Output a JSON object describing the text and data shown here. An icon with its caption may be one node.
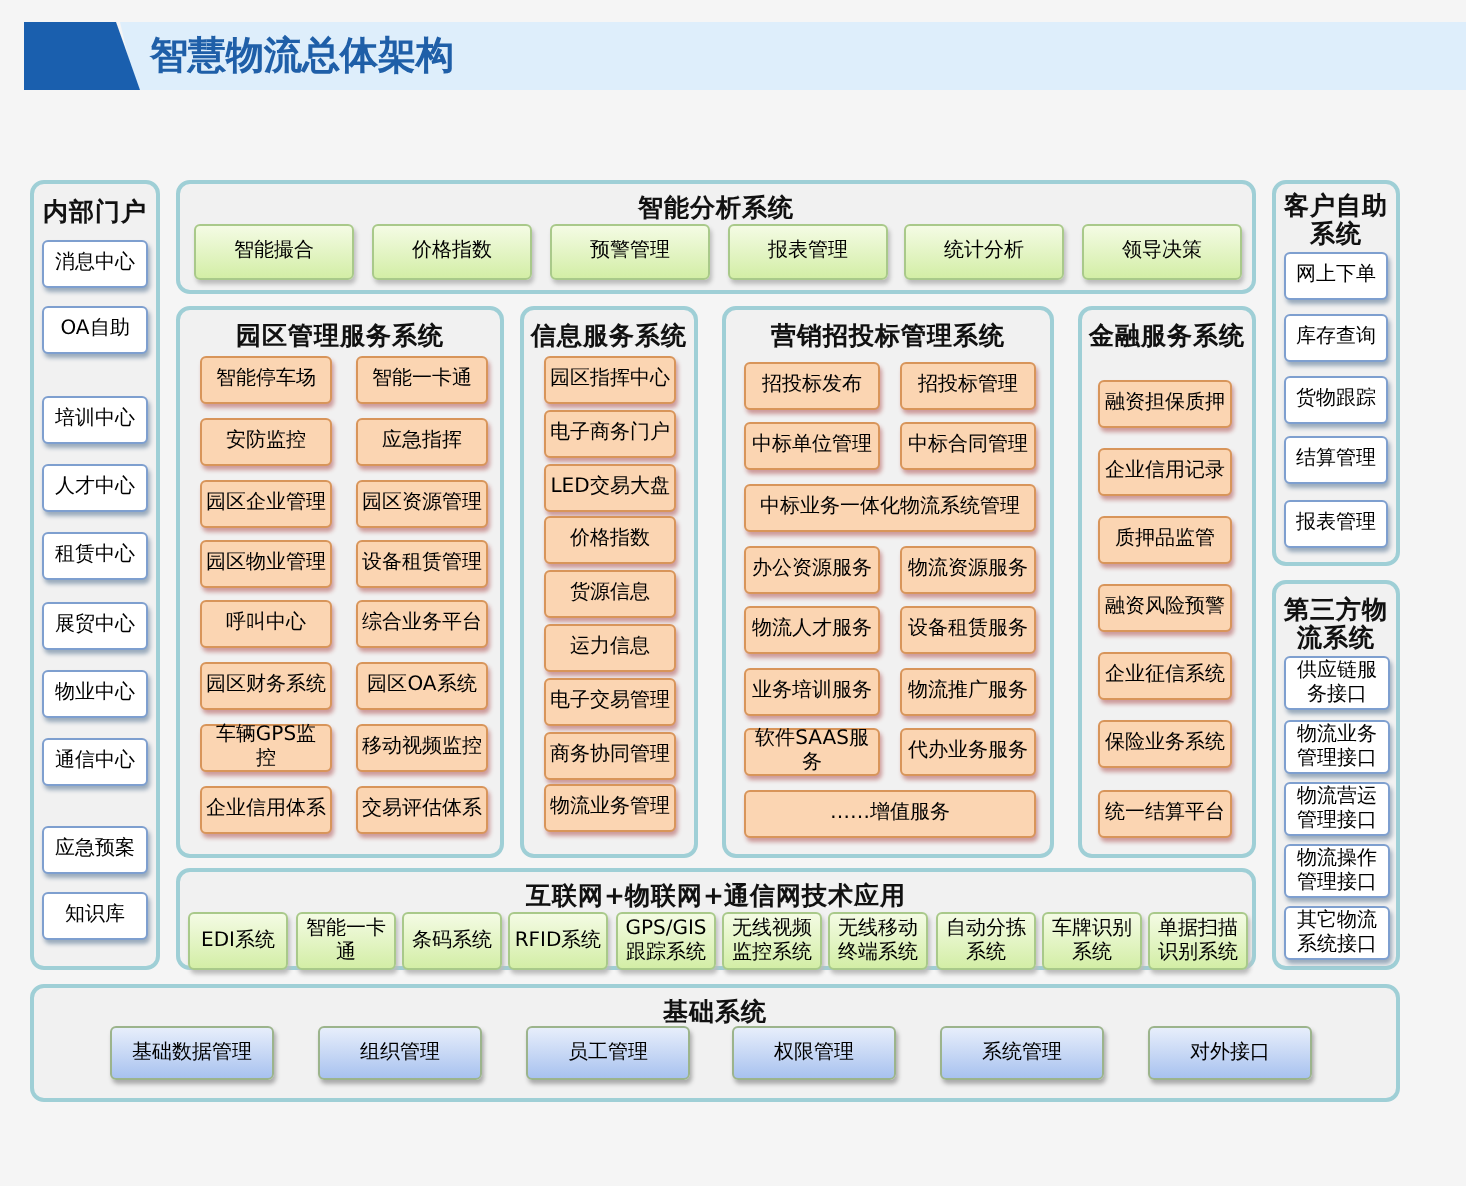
{
  "diagram": {
    "title": "智慧物流总体架构",
    "nodes": [
      {
        "text": [
          "内部门户"
        ]
      },
      {
        "text": [
          "消息中心"
        ],
        "in": 0
      },
      {
        "text": [
          "OA自助"
        ],
        "in": 0
      },
      {
        "text": [
          "培训中心"
        ],
        "in": 0
      },
      {
        "text": [
          "人才中心"
        ],
        "in": 0
      },
      {
        "text": [
          "租赁中心"
        ],
        "in": 0
      },
      {
        "text": [
          "展贸中心"
        ],
        "in": 0
      },
      {
        "text": [
          "物业中心"
        ],
        "in": 0
      },
      {
        "text": [
          "通信中心"
        ],
        "in": 0
      },
      {
        "text": [
          "应急预案"
        ],
        "in": 0
      },
      {
        "text": [
          "知识库"
        ],
        "in": 0
      },
      {
        "text": [
          "智能分析系统"
        ]
      },
      {
        "text": [
          "智能撮合"
        ],
        "in": 11
      },
      {
        "text": [
          "价格指数"
        ],
        "in": 11
      },
      {
        "text": [
          "预警管理"
        ],
        "in": 11
      },
      {
        "text": [
          "报表管理"
        ],
        "in": 11
      },
      {
        "text": [
          "统计分析"
        ],
        "in": 11
      },
      {
        "text": [
          "领导决策"
        ],
        "in": 11
      },
      {
        "text": [
          "园区管理服务系统"
        ]
      },
      {
        "text": [
          "智能停车场"
        ],
        "in": 18
      },
      {
        "text": [
          "智能一卡通"
        ],
        "in": 18
      },
      {
        "text": [
          "安防监控"
        ],
        "in": 18
      },
      {
        "text": [
          "应急指挥"
        ],
        "in": 18
      },
      {
        "text": [
          "园区企业管理"
        ],
        "in": 18
      },
      {
        "text": [
          "园区资源管理"
        ],
        "in": 18
      },
      {
        "text": [
          "园区物业管理"
        ],
        "in": 18
      },
      {
        "text": [
          "设备租赁管理"
        ],
        "in": 18
      },
      {
        "text": [
          "呼叫中心"
        ],
        "in": 18
      },
      {
        "text": [
          "综合业务平台"
        ],
        "in": 18
      },
      {
        "text": [
          "园区财务系统"
        ],
        "in": 18
      },
      {
        "text": [
          "园区OA系统"
        ],
        "in": 18
      },
      {
        "text": [
          "车辆GPS监控"
        ],
        "in": 18
      },
      {
        "text": [
          "移动视频监控"
        ],
        "in": 18
      },
      {
        "text": [
          "企业信用体系"
        ],
        "in": 18
      },
      {
        "text": [
          "交易评估体系"
        ],
        "in": 18
      },
      {
        "text": [
          "信息服务系统"
        ]
      },
      {
        "text": [
          "园区指挥中心"
        ],
        "in": 35
      },
      {
        "text": [
          "电子商务门户"
        ],
        "in": 35
      },
      {
        "text": [
          "LED交易大盘"
        ],
        "in": 35
      },
      {
        "text": [
          "价格指数"
        ],
        "in": 35
      },
      {
        "text": [
          "货源信息"
        ],
        "in": 35
      },
      {
        "text": [
          "运力信息"
        ],
        "in": 35
      },
      {
        "text": [
          "电子交易管理"
        ],
        "in": 35
      },
      {
        "text": [
          "商务协同管理"
        ],
        "in": 35
      },
      {
        "text": [
          "物流业务管理"
        ],
        "in": 35
      },
      {
        "text": [
          "营销招投标管理系统"
        ]
      },
      {
        "text": [
          "招投标发布"
        ],
        "in": 45
      },
      {
        "text": [
          "招投标管理"
        ],
        "in": 45
      },
      {
        "text": [
          "中标单位管理"
        ],
        "in": 45
      },
      {
        "text": [
          "中标合同管理"
        ],
        "in": 45
      },
      {
        "text": [
          "中标业务一体化物流系统管理"
        ],
        "in": 45
      },
      {
        "text": [
          "办公资源服务"
        ],
        "in": 45
      },
      {
        "text": [
          "物流资源服务"
        ],
        "in": 45
      },
      {
        "text": [
          "物流人才服务"
        ],
        "in": 45
      },
      {
        "text": [
          "设备租赁服务"
        ],
        "in": 45
      },
      {
        "text": [
          "业务培训服务"
        ],
        "in": 45
      },
      {
        "text": [
          "物流推广服务"
        ],
        "in": 45
      },
      {
        "text": [
          "软件SAAS服务"
        ],
        "in": 45
      },
      {
        "text": [
          "代办业务服务"
        ],
        "in": 45
      },
      {
        "text": [
          "……增值服务"
        ],
        "in": 45
      },
      {
        "text": [
          "金融服务系统"
        ]
      },
      {
        "text": [
          "融资担保质押"
        ],
        "in": 60
      },
      {
        "text": [
          "企业信用记录"
        ],
        "in": 60
      },
      {
        "text": [
          "质押品监管"
        ],
        "in": 60
      },
      {
        "text": [
          "融资风险预警"
        ],
        "in": 60
      },
      {
        "text": [
          "企业征信系统"
        ],
        "in": 60
      },
      {
        "text": [
          "保险业务系统"
        ],
        "in": 60
      },
      {
        "text": [
          "统一结算平台"
        ],
        "in": 60
      },
      {
        "text": [
          "客户自助系统"
        ]
      },
      {
        "text": [
          "网上下单"
        ],
        "in": 68
      },
      {
        "text": [
          "库存查询"
        ],
        "in": 68
      },
      {
        "text": [
          "货物跟踪"
        ],
        "in": 68
      },
      {
        "text": [
          "结算管理"
        ],
        "in": 68
      },
      {
        "text": [
          "报表管理"
        ],
        "in": 68
      },
      {
        "text": [
          "第三方物流系统"
        ]
      },
      {
        "text": [
          "供应链服务接口"
        ],
        "in": 74
      },
      {
        "text": [
          "物流业务管理接口"
        ],
        "in": 74
      },
      {
        "text": [
          "物流营运管理接口"
        ],
        "in": 74
      },
      {
        "text": [
          "物流操作管理接口"
        ],
        "in": 74
      },
      {
        "text": [
          "其它物流系统接口"
        ],
        "in": 74
      },
      {
        "text": [
          "互联网+物联网+通信网技术应用"
        ]
      },
      {
        "text": [
          "EDI系统"
        ],
        "in": 80
      },
      {
        "text": [
          "智能一卡通"
        ],
        "in": 80
      },
      {
        "text": [
          "条码系统"
        ],
        "in": 80
      },
      {
        "text": [
          "RFID系统"
        ],
        "in": 80
      },
      {
        "text": [
          "GPS/GIS跟踪系统"
        ],
        "in": 80
      },
      {
        "text": [
          "无线视频监控系统"
        ],
        "in": 80
      },
      {
        "text": [
          "无线移动终端系统"
        ],
        "in": 80
      },
      {
        "text": [
          "自动分拣系统"
        ],
        "in": 80
      },
      {
        "text": [
          "车牌识别系统"
        ],
        "in": 80
      },
      {
        "text": [
          "单据扫描识别系统"
        ],
        "in": 80
      },
      {
        "text": [
          "基础系统"
        ]
      },
      {
        "text": [
          "基础数据管理"
        ],
        "in": 91
      },
      {
        "text": [
          "组织管理"
        ],
        "in": 91
      },
      {
        "text": [
          "员工管理"
        ],
        "in": 91
      },
      {
        "text": [
          "权限管理"
        ],
        "in": 91
      },
      {
        "text": [
          "系统管理"
        ],
        "in": 91
      },
      {
        "text": [
          "对外接口"
        ],
        "in": 91
      }
    ]
  }
}
